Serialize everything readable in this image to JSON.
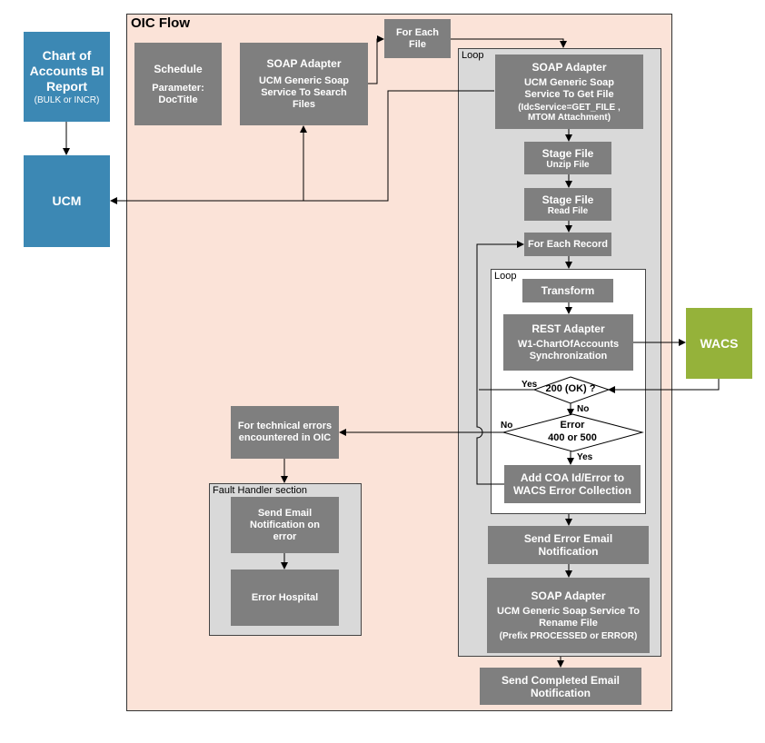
{
  "external": {
    "bi_report": {
      "title": "Chart of Accounts BI Report",
      "sub": "(BULK or INCR)",
      "color": "#3c88b4"
    },
    "ucm": {
      "title": "UCM",
      "color": "#3c88b4"
    },
    "wacs": {
      "title": "WACS",
      "color": "#95b23a"
    }
  },
  "flow": {
    "title": "OIC Flow",
    "schedule": {
      "title": "Schedule",
      "param": "Parameter: DocTitle"
    },
    "soap_search": {
      "title": "SOAP Adapter",
      "sub": "UCM Generic Soap Service To Search Files"
    },
    "for_each_file": {
      "title": "For Each File"
    },
    "send_completed": {
      "title": "Send Completed Email Notification"
    }
  },
  "outer_loop": {
    "label": "Loop",
    "soap_get": {
      "title": "SOAP Adapter",
      "sub": "UCM Generic Soap Service To Get File",
      "detail": "(IdcService=GET_FILE , MTOM Attachment)"
    },
    "stage_unzip": {
      "title": "Stage File",
      "sub": "Unzip File"
    },
    "stage_read": {
      "title": "Stage File",
      "sub": "Read File"
    },
    "for_each_record": {
      "title": "For Each Record"
    },
    "send_error_email": {
      "title": "Send Error Email Notification"
    },
    "soap_rename": {
      "title": "SOAP Adapter",
      "sub": "UCM Generic Soap Service To Rename File",
      "detail": "(Prefix PROCESSED or ERROR)"
    }
  },
  "inner_loop": {
    "label": "Loop",
    "transform": {
      "title": "Transform"
    },
    "rest": {
      "title": "REST Adapter",
      "sub": "W1-ChartOfAccounts Synchronization"
    },
    "decision_ok": {
      "title": "200 (OK) ?"
    },
    "decision_error": {
      "line1": "Error",
      "line2": "400 or 500"
    },
    "add_coa": {
      "title": "Add COA Id/Error to WACS Error Collection"
    }
  },
  "edge_labels": {
    "yes_ok": "Yes",
    "no_ok": "No",
    "no_error": "No",
    "yes_error": "Yes"
  },
  "tech_errors": {
    "title": "For technical errors encountered in OIC"
  },
  "fault": {
    "label": "Fault Handler section",
    "send_email": {
      "title": "Send Email Notification on error"
    },
    "error_hospital": {
      "title": "Error Hospital"
    }
  }
}
